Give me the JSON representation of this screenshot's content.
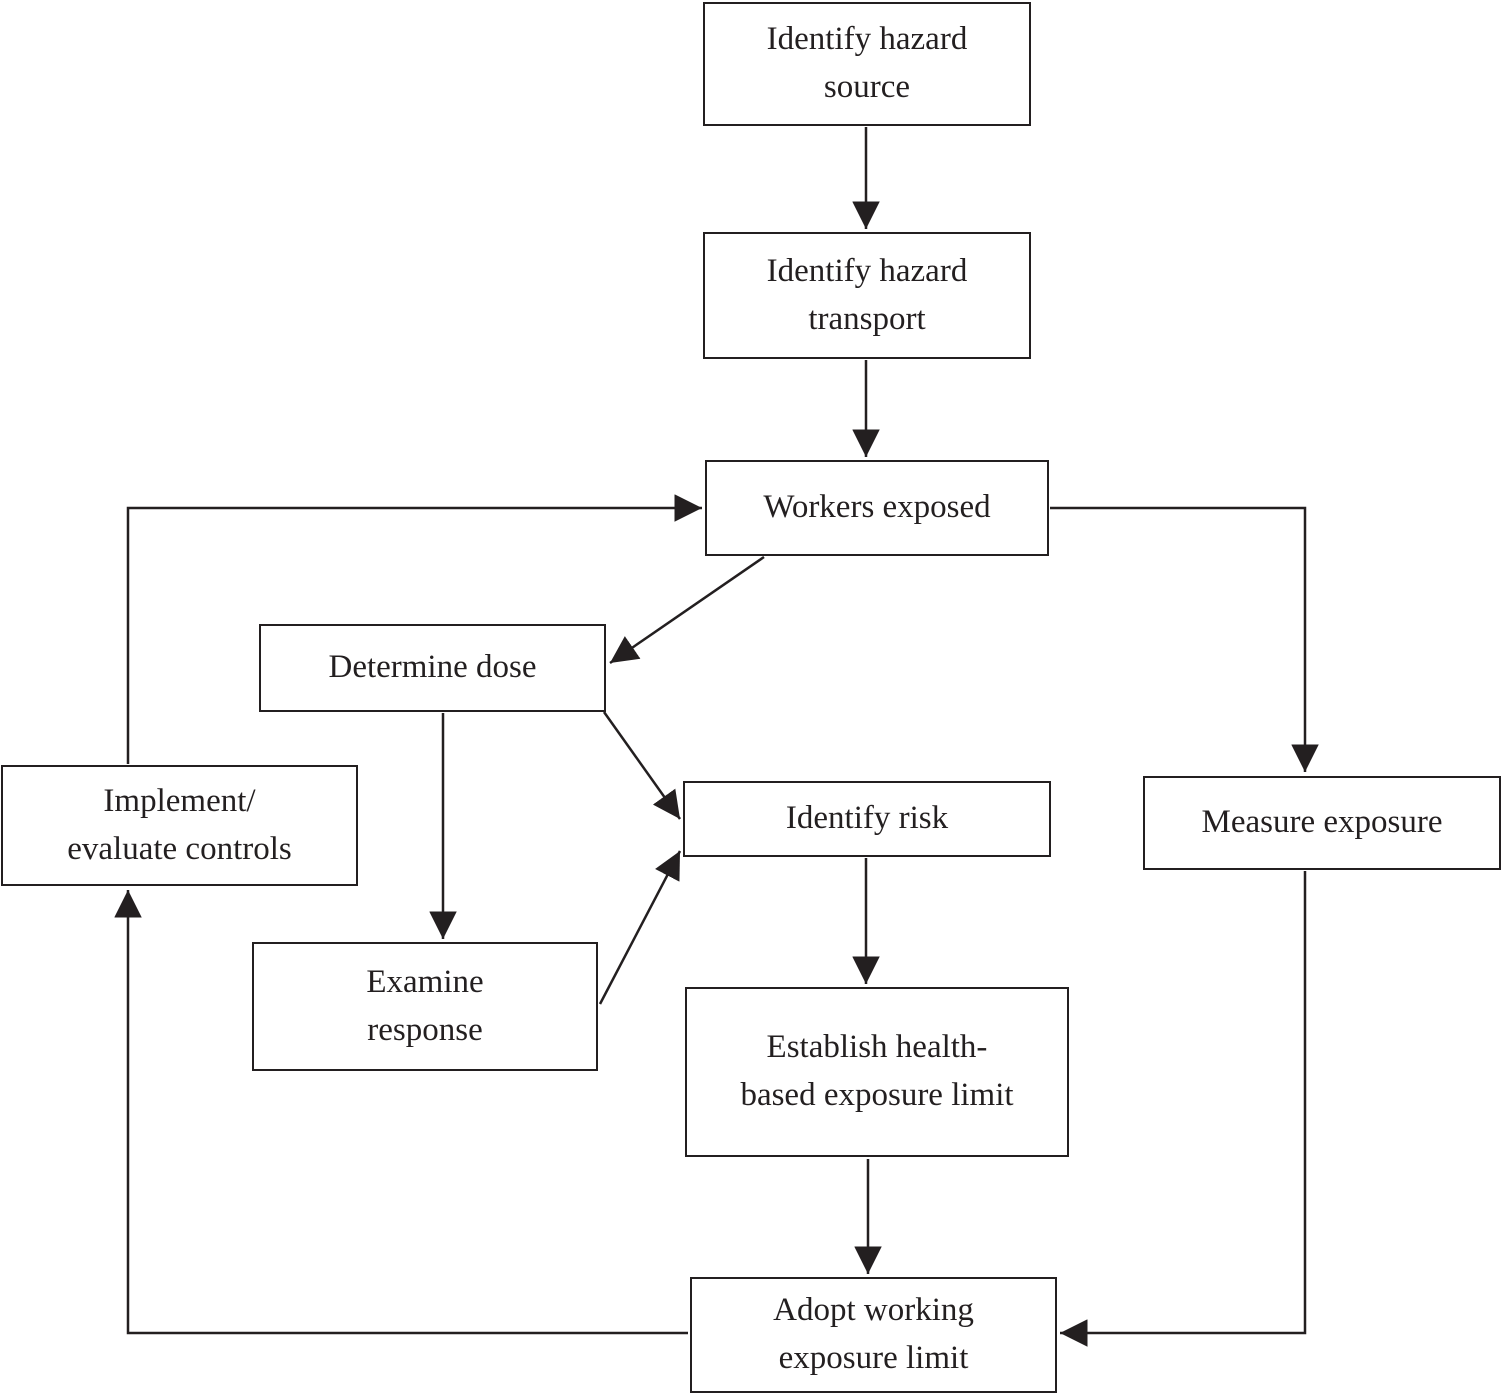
{
  "diagram": {
    "nodes": {
      "identify_hazard_source": {
        "label": "Identify hazard\nsource"
      },
      "identify_hazard_transport": {
        "label": "Identify hazard\ntransport"
      },
      "workers_exposed": {
        "label": "Workers exposed"
      },
      "determine_dose": {
        "label": "Determine dose"
      },
      "implement_evaluate_controls": {
        "label": "Implement/\nevaluate controls"
      },
      "identify_risk": {
        "label": "Identify risk"
      },
      "measure_exposure": {
        "label": "Measure exposure"
      },
      "examine_response": {
        "label": "Examine\nresponse"
      },
      "establish_health_based_exposure_limit": {
        "label": "Establish health-\nbased exposure limit"
      },
      "adopt_working_exposure_limit": {
        "label": "Adopt working\nexposure limit"
      }
    },
    "edges": [
      {
        "from": "identify_hazard_source",
        "to": "identify_hazard_transport"
      },
      {
        "from": "identify_hazard_transport",
        "to": "workers_exposed"
      },
      {
        "from": "workers_exposed",
        "to": "determine_dose"
      },
      {
        "from": "workers_exposed",
        "to": "measure_exposure"
      },
      {
        "from": "determine_dose",
        "to": "examine_response"
      },
      {
        "from": "determine_dose",
        "to": "identify_risk"
      },
      {
        "from": "examine_response",
        "to": "identify_risk"
      },
      {
        "from": "identify_risk",
        "to": "establish_health_based_exposure_limit"
      },
      {
        "from": "establish_health_based_exposure_limit",
        "to": "adopt_working_exposure_limit"
      },
      {
        "from": "measure_exposure",
        "to": "adopt_working_exposure_limit"
      },
      {
        "from": "adopt_working_exposure_limit",
        "to": "implement_evaluate_controls"
      },
      {
        "from": "implement_evaluate_controls",
        "to": "workers_exposed"
      }
    ],
    "colors": {
      "line": "#231f20",
      "text": "#231f20",
      "background": "#ffffff"
    }
  }
}
